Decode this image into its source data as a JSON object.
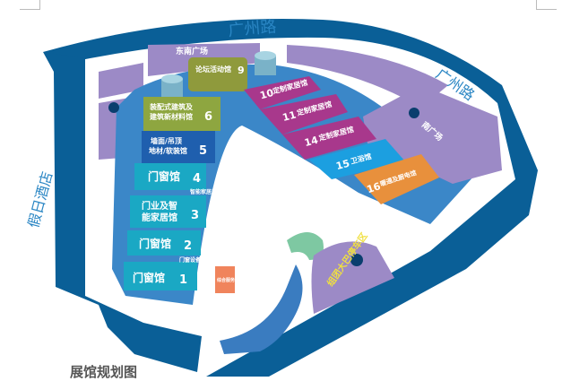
{
  "title": "展馆规划图",
  "roads": {
    "guangzhou_top": "广州路",
    "guangzhou_right": "广州路"
  },
  "plazas": {
    "southeast": "东南广场",
    "south": "南广场"
  },
  "parking": {
    "icon": "parking-icon",
    "bus": "组团大巴停车区"
  },
  "hotel": "假日酒店",
  "halls": [
    {
      "num": "9",
      "name": "论坛活动馆",
      "color": "#8f9a3c"
    },
    {
      "num": "6",
      "name": "装配式建筑及",
      "name2": "建筑新材料馆",
      "color": "#8ea640"
    },
    {
      "num": "5",
      "name": "墙面/吊顶",
      "name2": "地材/软装馆",
      "color": "#1f5fae"
    },
    {
      "num": "4",
      "name": "门窗馆",
      "color": "#1aa8c4"
    },
    {
      "num": "3",
      "name": "门业及智",
      "name2": "能家居馆",
      "color": "#1aa8c4"
    },
    {
      "num": "2",
      "name": "门窗馆",
      "color": "#1aa8c4"
    },
    {
      "num": "1",
      "name": "门窗馆",
      "color": "#1aa8c4"
    },
    {
      "num": "10",
      "name": "定制家居馆",
      "color": "#a8388c"
    },
    {
      "num": "11",
      "name": "定制家居馆",
      "color": "#a8388c"
    },
    {
      "num": "14",
      "name": "定制家居馆",
      "color": "#a8388c"
    },
    {
      "num": "15",
      "name": "卫浴馆",
      "color": "#1c9fe0"
    },
    {
      "num": "16",
      "name": "暖通及厨电馆",
      "color": "#e8903c"
    }
  ],
  "zones": {
    "smart_home": "智能家居展区",
    "door_equipment": "门窗设备展区",
    "service": "综合服务区"
  },
  "colors": {
    "road": "#0a5f97",
    "plaza": "#9c8ac6",
    "ground": "#3b87c8",
    "water": "#3a7cc0",
    "green": "#7ec8a2"
  }
}
